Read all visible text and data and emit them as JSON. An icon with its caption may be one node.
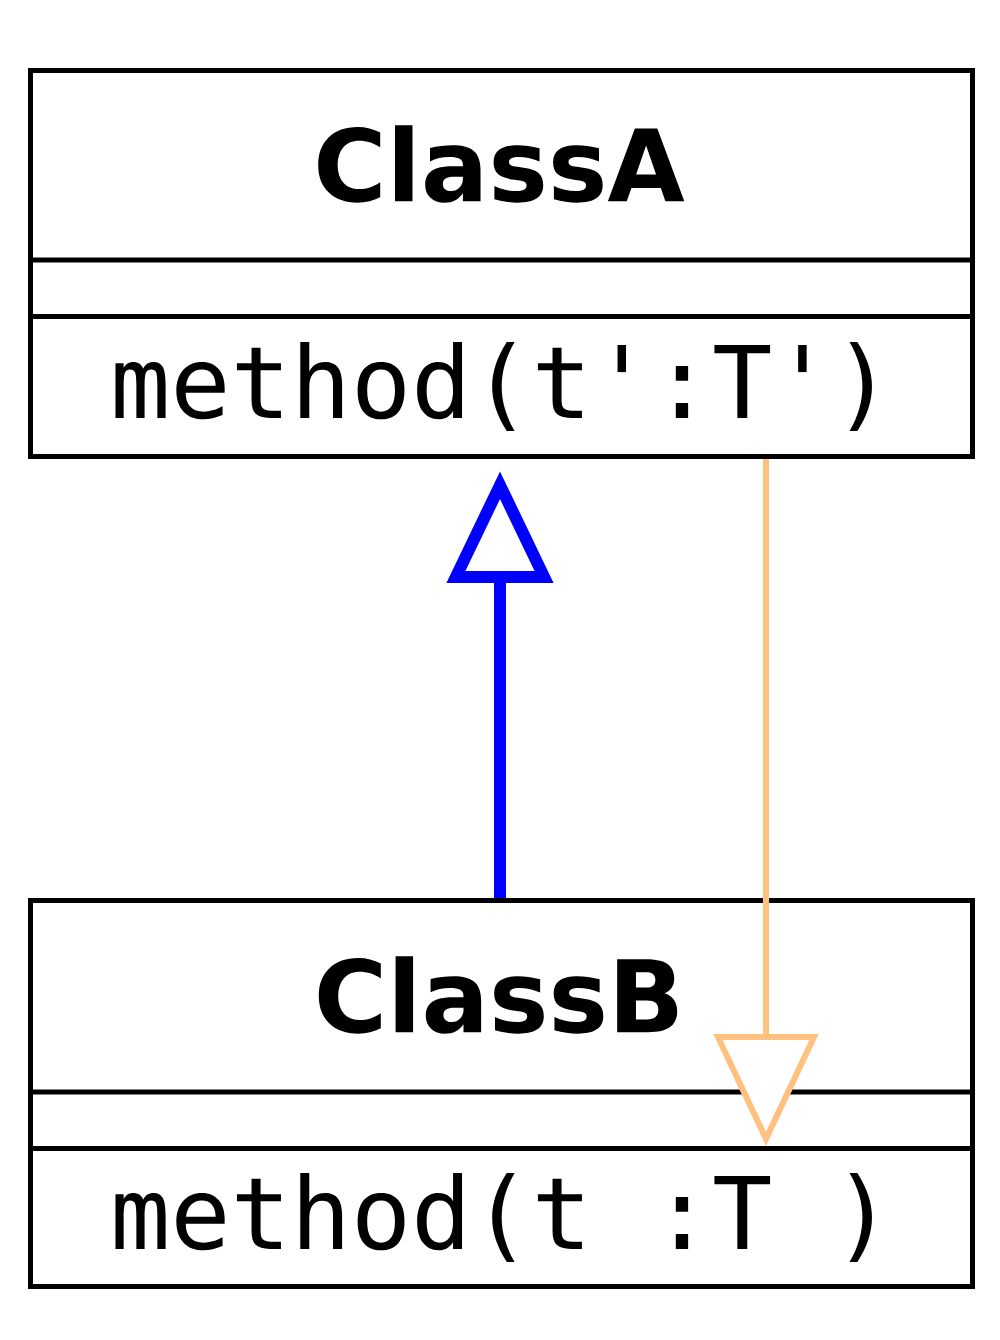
{
  "diagram": {
    "nodes": [
      {
        "text": [
          "ClassA"
        ]
      },
      {
        "text": [
          "method(t':T')"
        ],
        "in": 0
      },
      {
        "text": [
          "ClassB"
        ]
      },
      {
        "text": [
          "method(t :T )"
        ],
        "in": 2
      }
    ],
    "edges": [
      {
        "from": 2,
        "to": 0,
        "arrow": "to",
        "style": "thick",
        "color": "#0000ff"
      },
      {
        "from": 1,
        "to": 3,
        "arrow": "to",
        "color": "#ffc080"
      }
    ]
  }
}
